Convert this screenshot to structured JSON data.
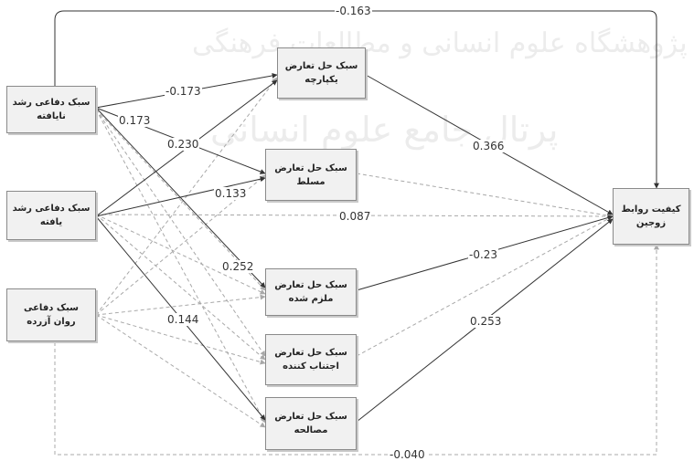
{
  "watermark": {
    "line1": "پژوهشگاه علوم انسانی و مطالعات فرهنگی",
    "line2": "پرتال جامع علوم انسانی"
  },
  "nodes": {
    "immature_l1": "سبک دفاعی رشد",
    "immature_l2": "نایافته",
    "mature_l1": "سبک دفاعی رشد",
    "mature_l2": "یافته",
    "neurotic_l1": "سبک دفاعی",
    "neurotic_l2": "روان آزرده",
    "integrating_l1": "سبک حل تعارض",
    "integrating_l2": "یکپارچه",
    "dominating_l1": "سبک حل تعارض",
    "dominating_l2": "مسلط",
    "obliging_l1": "سبک حل تعارض",
    "obliging_l2": "ملزم شده",
    "avoiding_l1": "سبک حل تعارض",
    "avoiding_l2": "اجتناب کننده",
    "compromising_l1": "سبک حل تعارض",
    "compromising_l2": "مصالحه",
    "quality_l1": "کیفیت روابط",
    "quality_l2": "زوجین"
  },
  "coefficients": {
    "top_immature_quality": "-0.163",
    "immature_integrating": "-0.173",
    "immature_dominating": "0.173",
    "mature_integrating": "0.230",
    "mature_dominating": "0.133",
    "integrating_quality": "0.366",
    "mature_quality": "0.087",
    "immature_obliging": "0.252",
    "obliging_quality": "-0.23",
    "compromising_quality": "0.253",
    "mature_compromising": "0.144",
    "bottom_neurotic_quality": "-0.040"
  },
  "colors": {
    "solid_path": "#333333",
    "dashed_path": "#a8a8a8",
    "node_fill": "#f1f1f1",
    "node_border": "#8a8a8a"
  }
}
